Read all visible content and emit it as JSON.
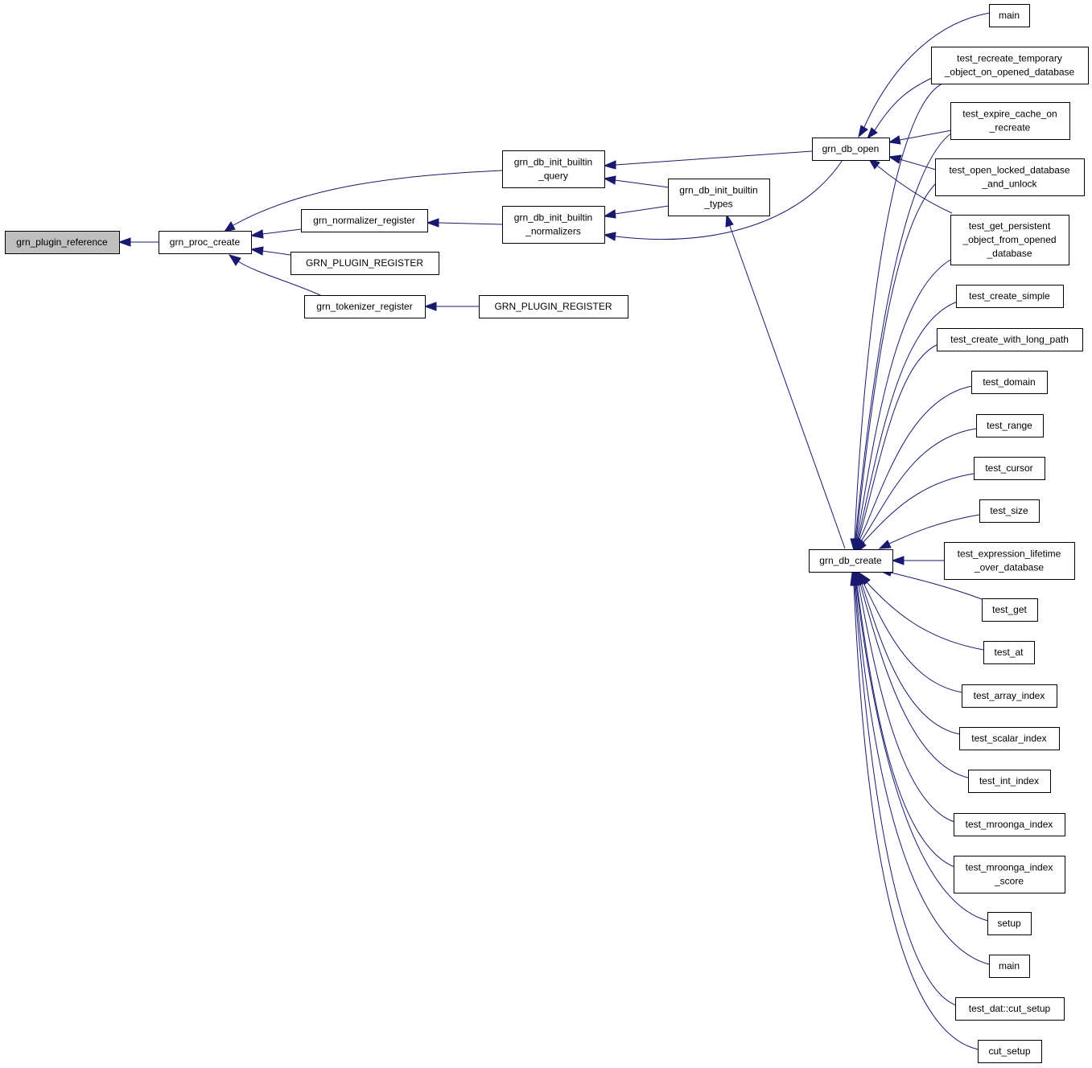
{
  "colors": {
    "edge": "#191970",
    "node_fill": "#ffffff",
    "root_fill": "#bfbfbf",
    "border": "#000000"
  },
  "nodes": {
    "plugin_reference": {
      "lines": [
        "grn_plugin_reference"
      ],
      "root": true
    },
    "proc_create": {
      "lines": [
        "grn_proc_create"
      ]
    },
    "normalizer_register": {
      "lines": [
        "grn_normalizer_register"
      ]
    },
    "plugin_register_1": {
      "lines": [
        "GRN_PLUGIN_REGISTER"
      ]
    },
    "tokenizer_register": {
      "lines": [
        "grn_tokenizer_register"
      ]
    },
    "plugin_register_2": {
      "lines": [
        "GRN_PLUGIN_REGISTER"
      ]
    },
    "init_builtin_query": {
      "lines": [
        "grn_db_init_builtin",
        "_query"
      ]
    },
    "init_builtin_normalizers": {
      "lines": [
        "grn_db_init_builtin",
        "_normalizers"
      ]
    },
    "init_builtin_types": {
      "lines": [
        "grn_db_init_builtin",
        "_types"
      ]
    },
    "db_open": {
      "lines": [
        "grn_db_open"
      ]
    },
    "db_create": {
      "lines": [
        "grn_db_create"
      ]
    },
    "main_1": {
      "lines": [
        "main"
      ]
    },
    "test_recreate_temporary": {
      "lines": [
        "test_recreate_temporary",
        "_object_on_opened_database"
      ]
    },
    "test_expire_cache": {
      "lines": [
        "test_expire_cache_on",
        "_recreate"
      ]
    },
    "test_open_locked": {
      "lines": [
        "test_open_locked_database",
        "_and_unlock"
      ]
    },
    "test_get_persistent": {
      "lines": [
        "test_get_persistent",
        "_object_from_opened",
        "_database"
      ]
    },
    "test_create_simple": {
      "lines": [
        "test_create_simple"
      ]
    },
    "test_create_with_long_path": {
      "lines": [
        "test_create_with_long_path"
      ]
    },
    "test_domain": {
      "lines": [
        "test_domain"
      ]
    },
    "test_range": {
      "lines": [
        "test_range"
      ]
    },
    "test_cursor": {
      "lines": [
        "test_cursor"
      ]
    },
    "test_size": {
      "lines": [
        "test_size"
      ]
    },
    "test_expression_lifetime": {
      "lines": [
        "test_expression_lifetime",
        "_over_database"
      ]
    },
    "test_get": {
      "lines": [
        "test_get"
      ]
    },
    "test_at": {
      "lines": [
        "test_at"
      ]
    },
    "test_array_index": {
      "lines": [
        "test_array_index"
      ]
    },
    "test_scalar_index": {
      "lines": [
        "test_scalar_index"
      ]
    },
    "test_int_index": {
      "lines": [
        "test_int_index"
      ]
    },
    "test_mroonga_index": {
      "lines": [
        "test_mroonga_index"
      ]
    },
    "test_mroonga_index_score": {
      "lines": [
        "test_mroonga_index",
        "_score"
      ]
    },
    "setup": {
      "lines": [
        "setup"
      ]
    },
    "main_2": {
      "lines": [
        "main"
      ]
    },
    "test_dat_cut_setup": {
      "lines": [
        "test_dat::cut_setup"
      ]
    },
    "cut_setup": {
      "lines": [
        "cut_setup"
      ]
    }
  }
}
